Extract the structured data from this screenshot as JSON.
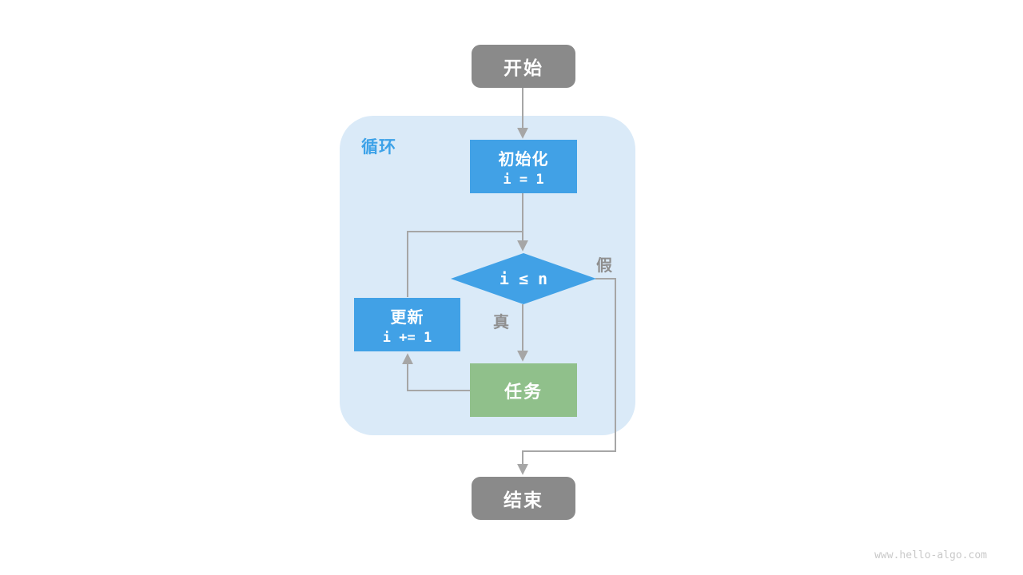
{
  "diagram": {
    "loop_label": "循环",
    "nodes": {
      "start": {
        "label": "开始"
      },
      "init": {
        "label": "初始化",
        "code": "i = 1"
      },
      "condition": {
        "label": "i ≤ n"
      },
      "update": {
        "label": "更新",
        "code": "i += 1"
      },
      "task": {
        "label": "任务"
      },
      "end": {
        "label": "结束"
      }
    },
    "edge_labels": {
      "false": "假",
      "true": "真"
    },
    "colors": {
      "terminal_gray": "#8a8a8a",
      "process_blue": "#41a1e6",
      "task_green": "#90c08b",
      "loop_container_blue": "#daeaf8",
      "loop_label_blue": "#3da2e8",
      "edge_gray": "#a6a6a6",
      "edge_label_gray": "#8f8f8f",
      "node_text_white": "#ffffff"
    }
  },
  "footer": {
    "watermark": "www.hello-algo.com"
  }
}
